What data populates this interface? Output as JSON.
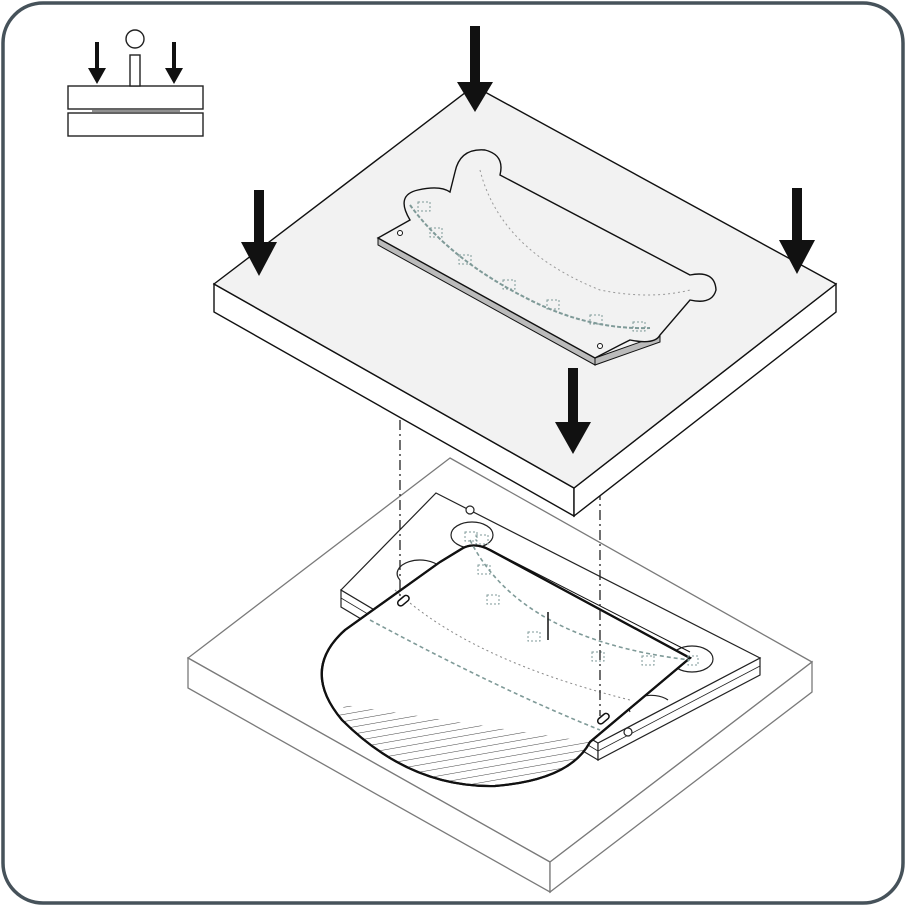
{
  "diagram": {
    "kind": "assembly-instruction",
    "step_icon": "press-icon",
    "colors": {
      "frame_border": "#46525a",
      "ink": "#111111",
      "plate_fill": "#f2f2f2",
      "base_stroke": "#7a7a7a",
      "stitch": "#7f9a98",
      "background": "#ffffff"
    },
    "components": [
      "press-icon",
      "top-press-plate",
      "foam-insert-cutout",
      "press-down-arrow",
      "alignment-guide-line",
      "bottom-base-plate",
      "clamp-plate",
      "foam-part-with-hatching",
      "alignment-pin"
    ]
  }
}
